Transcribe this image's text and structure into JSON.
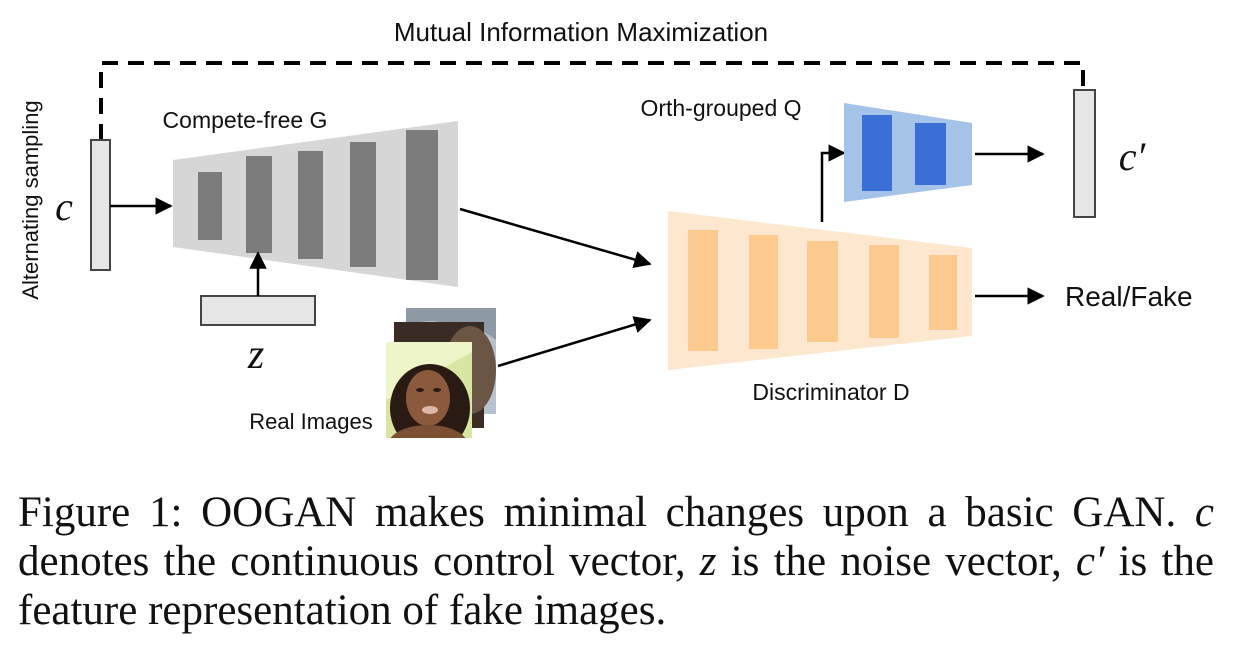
{
  "labels": {
    "mutual_info": "Mutual Information Maximization",
    "alternating": "Alternating sampling",
    "generator": "Compete-free G",
    "q_network": "Orth-grouped Q",
    "discriminator": "Discriminator D",
    "real_fake": "Real/Fake",
    "real_images": "Real Images",
    "c": "c",
    "z": "z",
    "c_prime": "c′"
  },
  "caption": {
    "fig_label": "Figure 1: OOGAN makes minimal changes upon a basic GAN.",
    "var_c": "c",
    "text_1": "denotes the continuous control vector,",
    "var_z": "z",
    "text_2": "is the noise vector,",
    "var_c_prime": "c′",
    "text_3": "is the feature representation of fake images."
  },
  "colors": {
    "generator_fill": "#d6d6d6",
    "generator_layer": "#7c7c7c",
    "discriminator_fill": "#fde7cf",
    "discriminator_layer": "#fcc98e",
    "q_fill": "#a5c3e9",
    "q_layer": "#3a70d6",
    "vector_fill": "#e6e6e6"
  }
}
